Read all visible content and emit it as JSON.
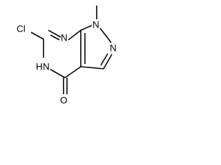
{
  "molecule": {
    "atoms": {
      "chlorine": "Cl",
      "methyl": "CH3",
      "n_top": "N",
      "n1": "N",
      "n2": "N",
      "nh": "H",
      "nh_n": "N",
      "oxygen": "O"
    }
  }
}
